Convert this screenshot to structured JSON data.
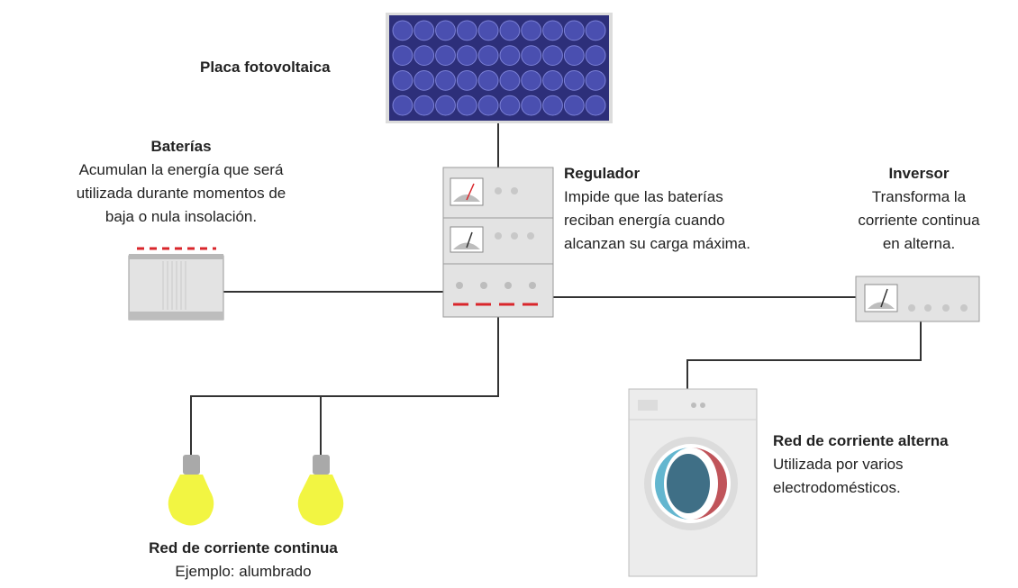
{
  "panel": {
    "title": "Placa fotovoltaica"
  },
  "batteries": {
    "title": "Baterías",
    "lines": [
      "Acumulan la energía que será",
      "utilizada durante momentos de",
      "baja o nula insolación."
    ]
  },
  "regulator": {
    "title": "Regulador",
    "lines": [
      "Impide que las baterías",
      "reciban energía cuando",
      "alcanzan su carga máxima."
    ]
  },
  "inverter": {
    "title": "Inversor",
    "lines": [
      "Transforma la",
      "corriente continua",
      "en alterna."
    ]
  },
  "dc_network": {
    "title": "Red de corriente continua",
    "lines": [
      "Ejemplo: alumbrado"
    ]
  },
  "ac_network": {
    "title": "Red de corriente alterna",
    "lines": [
      "Utilizada por varios",
      "electrodomésticos."
    ]
  },
  "colors": {
    "panel_cell": "#3b3f9a",
    "panel_frame": "#dcdcdc",
    "device_body": "#e3e3e3",
    "device_edge": "#9a9a9a",
    "wire": "#333333",
    "red_marks": "#d9262b",
    "bulb": "#f2f542"
  }
}
